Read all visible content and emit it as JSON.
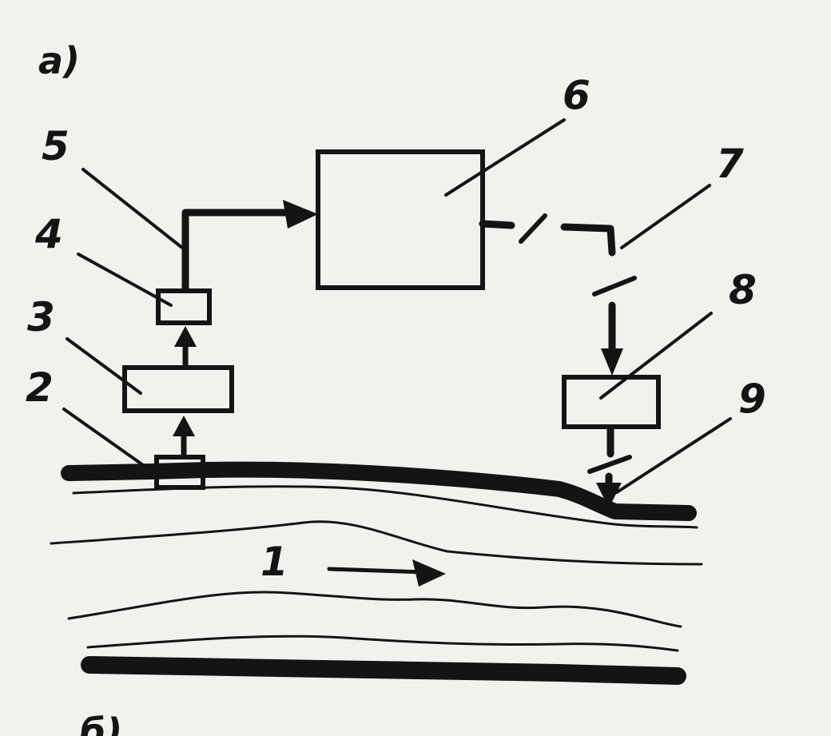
{
  "diagram": {
    "panel_label": "a)",
    "panel_label_bottom": "б)",
    "labels": {
      "n1": "1",
      "n2": "2",
      "n3": "3",
      "n4": "4",
      "n5": "5",
      "n6": "6",
      "n7": "7",
      "n8": "8",
      "n9": "9"
    },
    "ink_color": "#141414",
    "paper_color": "#f1f1ee"
  }
}
